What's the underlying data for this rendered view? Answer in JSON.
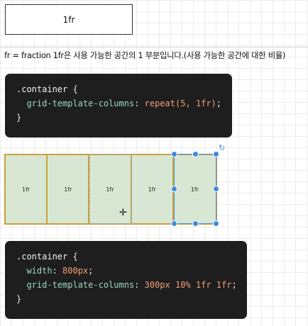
{
  "top_box": {
    "label": "1fr"
  },
  "description": "fr = fraction 1fr은 사용 가능한 공간의 1 부분입니다.(사용 가능한 공간에 대한 비율)",
  "code_block_1": {
    "selector": ".container",
    "open": " {",
    "prop": "grid-template-columns",
    "value": "repeat(5, 1fr)",
    "close": "}"
  },
  "grid_demo": {
    "cells": [
      "1fr",
      "1fr",
      "1fr",
      "1fr",
      "1fr"
    ]
  },
  "code_block_2": {
    "selector": ".container",
    "open": " {",
    "prop1": "width",
    "value1": "800px",
    "prop2": "grid-template-columns",
    "value2": "300px 10% 1fr 1fr",
    "close": "}"
  },
  "icons": {
    "rotate": "rotate-icon",
    "cursor": "move-cursor-icon"
  },
  "colors": {
    "grid_border": "#c8a23a",
    "grid_cell": "#d8e7d3",
    "selection": "#3d8be0",
    "code_bg": "#1e1e1e",
    "code_prop": "#9ad8c2",
    "code_value": "#f3a074"
  }
}
